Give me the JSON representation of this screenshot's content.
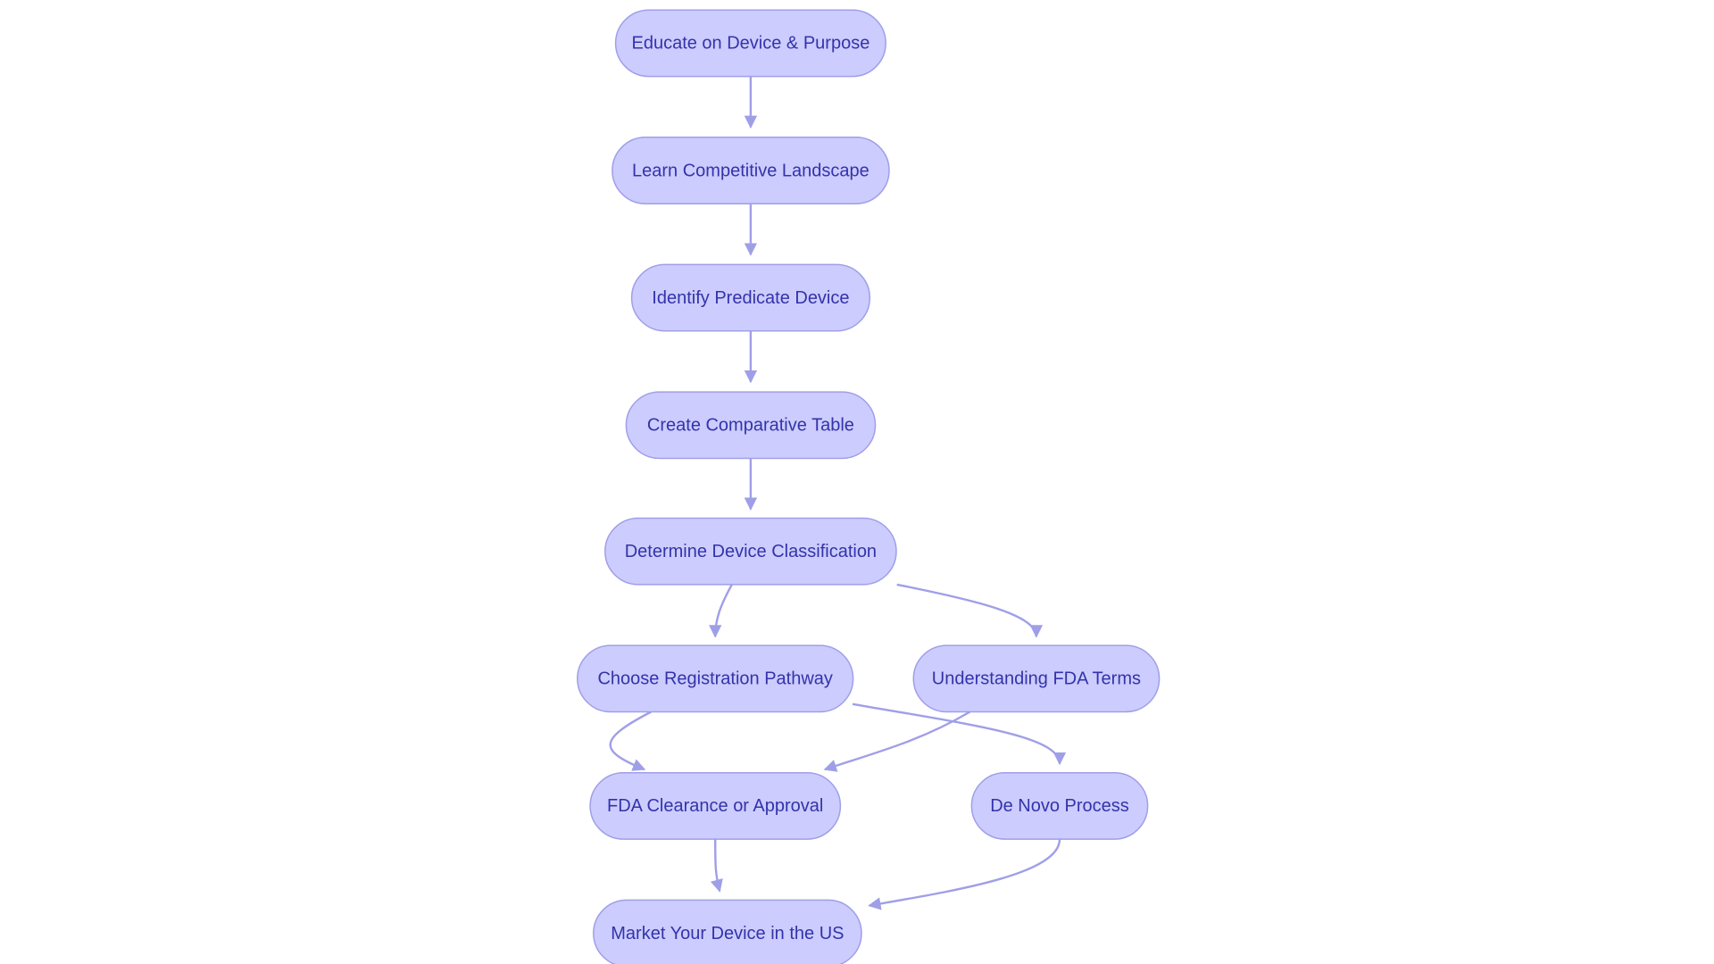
{
  "colors": {
    "node_fill": "#CCCCFF",
    "node_stroke": "#9F9FE8",
    "node_text": "#3333AA",
    "edge": "#9F9FE8",
    "background": "#FFFFFF"
  },
  "nodes": [
    {
      "id": "educate",
      "label": "Educate on Device & Purpose"
    },
    {
      "id": "learn",
      "label": "Learn Competitive Landscape"
    },
    {
      "id": "identify",
      "label": "Identify Predicate Device"
    },
    {
      "id": "create",
      "label": "Create Comparative Table"
    },
    {
      "id": "determine",
      "label": "Determine Device Classification"
    },
    {
      "id": "choose",
      "label": "Choose Registration Pathway"
    },
    {
      "id": "understanding",
      "label": "Understanding FDA Terms"
    },
    {
      "id": "clearance",
      "label": "FDA Clearance or Approval"
    },
    {
      "id": "denovo",
      "label": "De Novo Process"
    },
    {
      "id": "market",
      "label": "Market Your Device in the US"
    }
  ],
  "edges": [
    {
      "from": "educate",
      "to": "learn"
    },
    {
      "from": "learn",
      "to": "identify"
    },
    {
      "from": "identify",
      "to": "create"
    },
    {
      "from": "create",
      "to": "determine"
    },
    {
      "from": "determine",
      "to": "choose"
    },
    {
      "from": "determine",
      "to": "understanding"
    },
    {
      "from": "choose",
      "to": "clearance"
    },
    {
      "from": "choose",
      "to": "denovo"
    },
    {
      "from": "understanding",
      "to": "clearance"
    },
    {
      "from": "clearance",
      "to": "market"
    },
    {
      "from": "denovo",
      "to": "market"
    }
  ]
}
